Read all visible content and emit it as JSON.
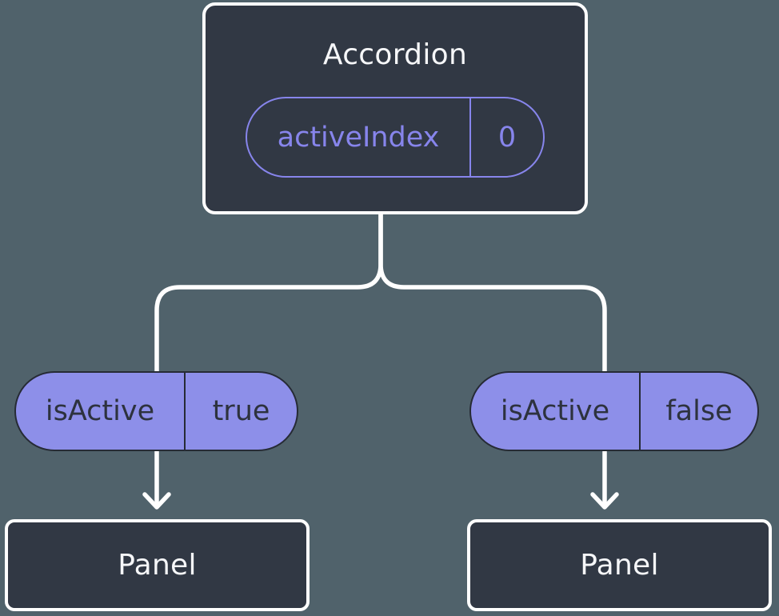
{
  "colors": {
    "background": "#50626b",
    "node_fill": "#313844",
    "node_border": "#ffffff",
    "node_text": "#f6f7f9",
    "pill_fill": "#8d8fe9",
    "pill_dark_text": "#2d323e",
    "pill_dark_border": "#262b35",
    "accent_purple": "#8785ec",
    "connector": "#ffffff"
  },
  "tree": {
    "root": {
      "title": "Accordion",
      "state": {
        "label": "activeIndex",
        "value": "0"
      }
    },
    "branches": [
      {
        "prop": {
          "label": "isActive",
          "value": "true"
        },
        "child": {
          "title": "Panel"
        }
      },
      {
        "prop": {
          "label": "isActive",
          "value": "false"
        },
        "child": {
          "title": "Panel"
        }
      }
    ]
  }
}
